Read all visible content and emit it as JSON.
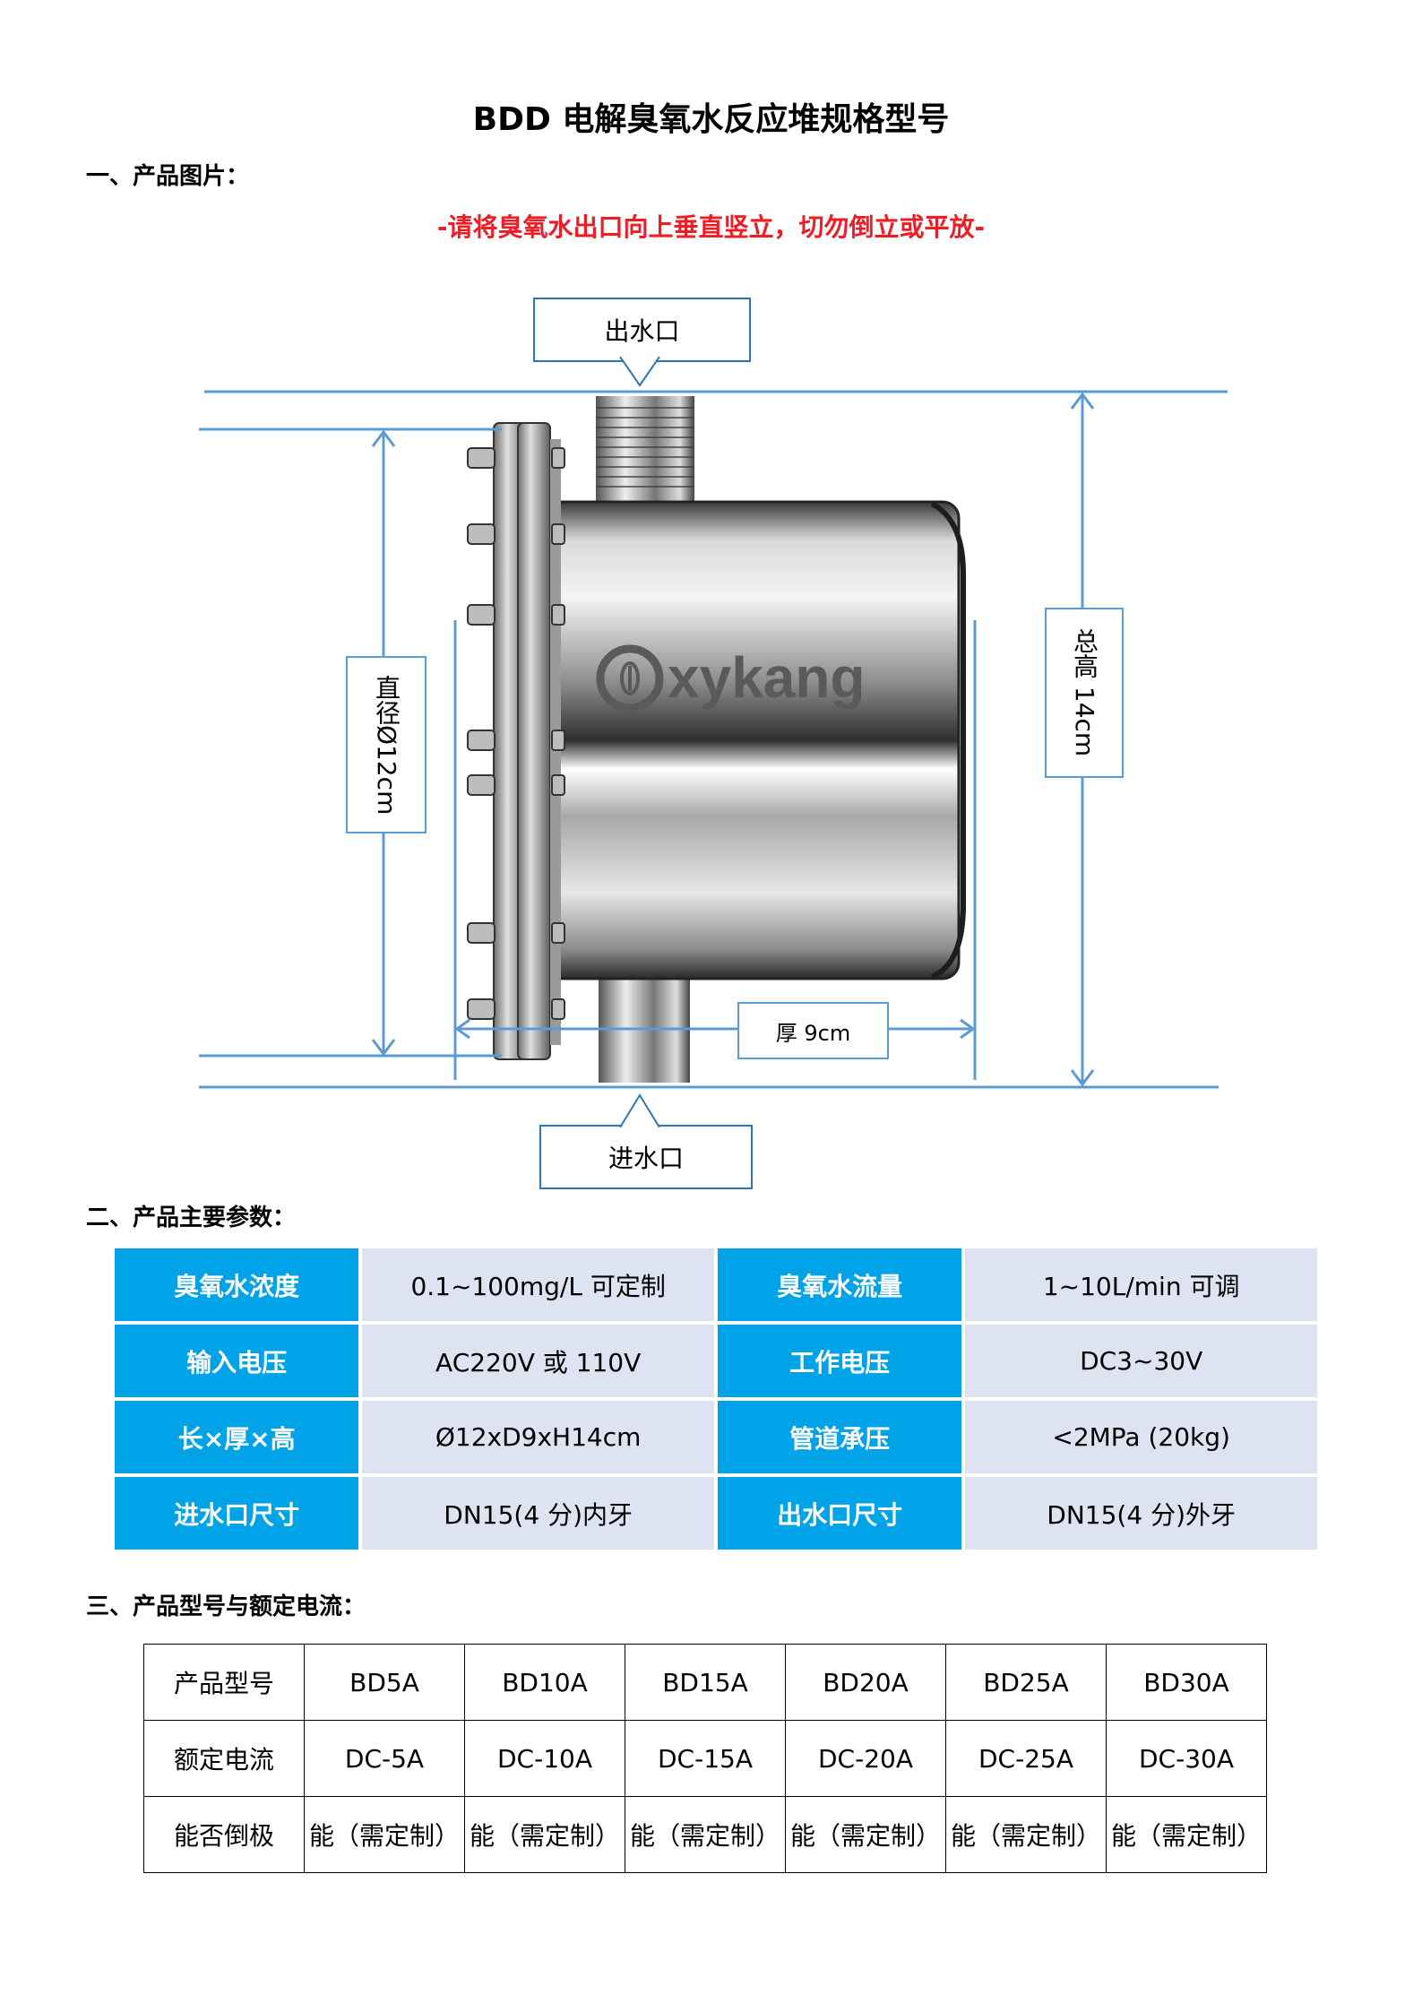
{
  "title": "BDD 电解臭氧水反应堆规格型号",
  "sections": {
    "s1": "一、产品图片：",
    "s2": "二、产品主要参数：",
    "s3": "三、产品型号与额定电流："
  },
  "warning": "-请将臭氧水出口向上垂直竖立，切勿倒立或平放-",
  "diagram": {
    "outlet_label": "出水口",
    "inlet_label": "进水口",
    "diameter_label": "直径Ø12cm",
    "height_label": "总高 14cm",
    "thickness_label": "厚 9cm",
    "brand": "xykang",
    "colors": {
      "dim_line": "#5b9bd5",
      "accent": "#00a2e8"
    }
  },
  "params": [
    {
      "k1": "臭氧水浓度",
      "v1": "0.1~100mg/L  可定制",
      "k2": "臭氧水流量",
      "v2": "1~10L/min  可调"
    },
    {
      "k1": "输入电压",
      "v1": "AC220V 或 110V",
      "k2": "工作电压",
      "v2": "DC3~30V"
    },
    {
      "k1": "长×厚×高",
      "v1": "Ø12xD9xH14cm",
      "k2": "管道承压",
      "v2": "<2MPa (20kg)"
    },
    {
      "k1": "进水口尺寸",
      "v1": "DN15(4 分)内牙",
      "k2": "出水口尺寸",
      "v2": "DN15(4 分)外牙"
    }
  ],
  "models": {
    "rows": [
      [
        "产品型号",
        "BD5A",
        "BD10A",
        "BD15A",
        "BD20A",
        "BD25A",
        "BD30A"
      ],
      [
        "额定电流",
        "DC-5A",
        "DC-10A",
        "DC-15A",
        "DC-20A",
        "DC-25A",
        "DC-30A"
      ],
      [
        "能否倒极",
        "能（需定制）",
        "能（需定制）",
        "能（需定制）",
        "能（需定制）",
        "能（需定制）",
        "能（需定制）"
      ]
    ]
  }
}
